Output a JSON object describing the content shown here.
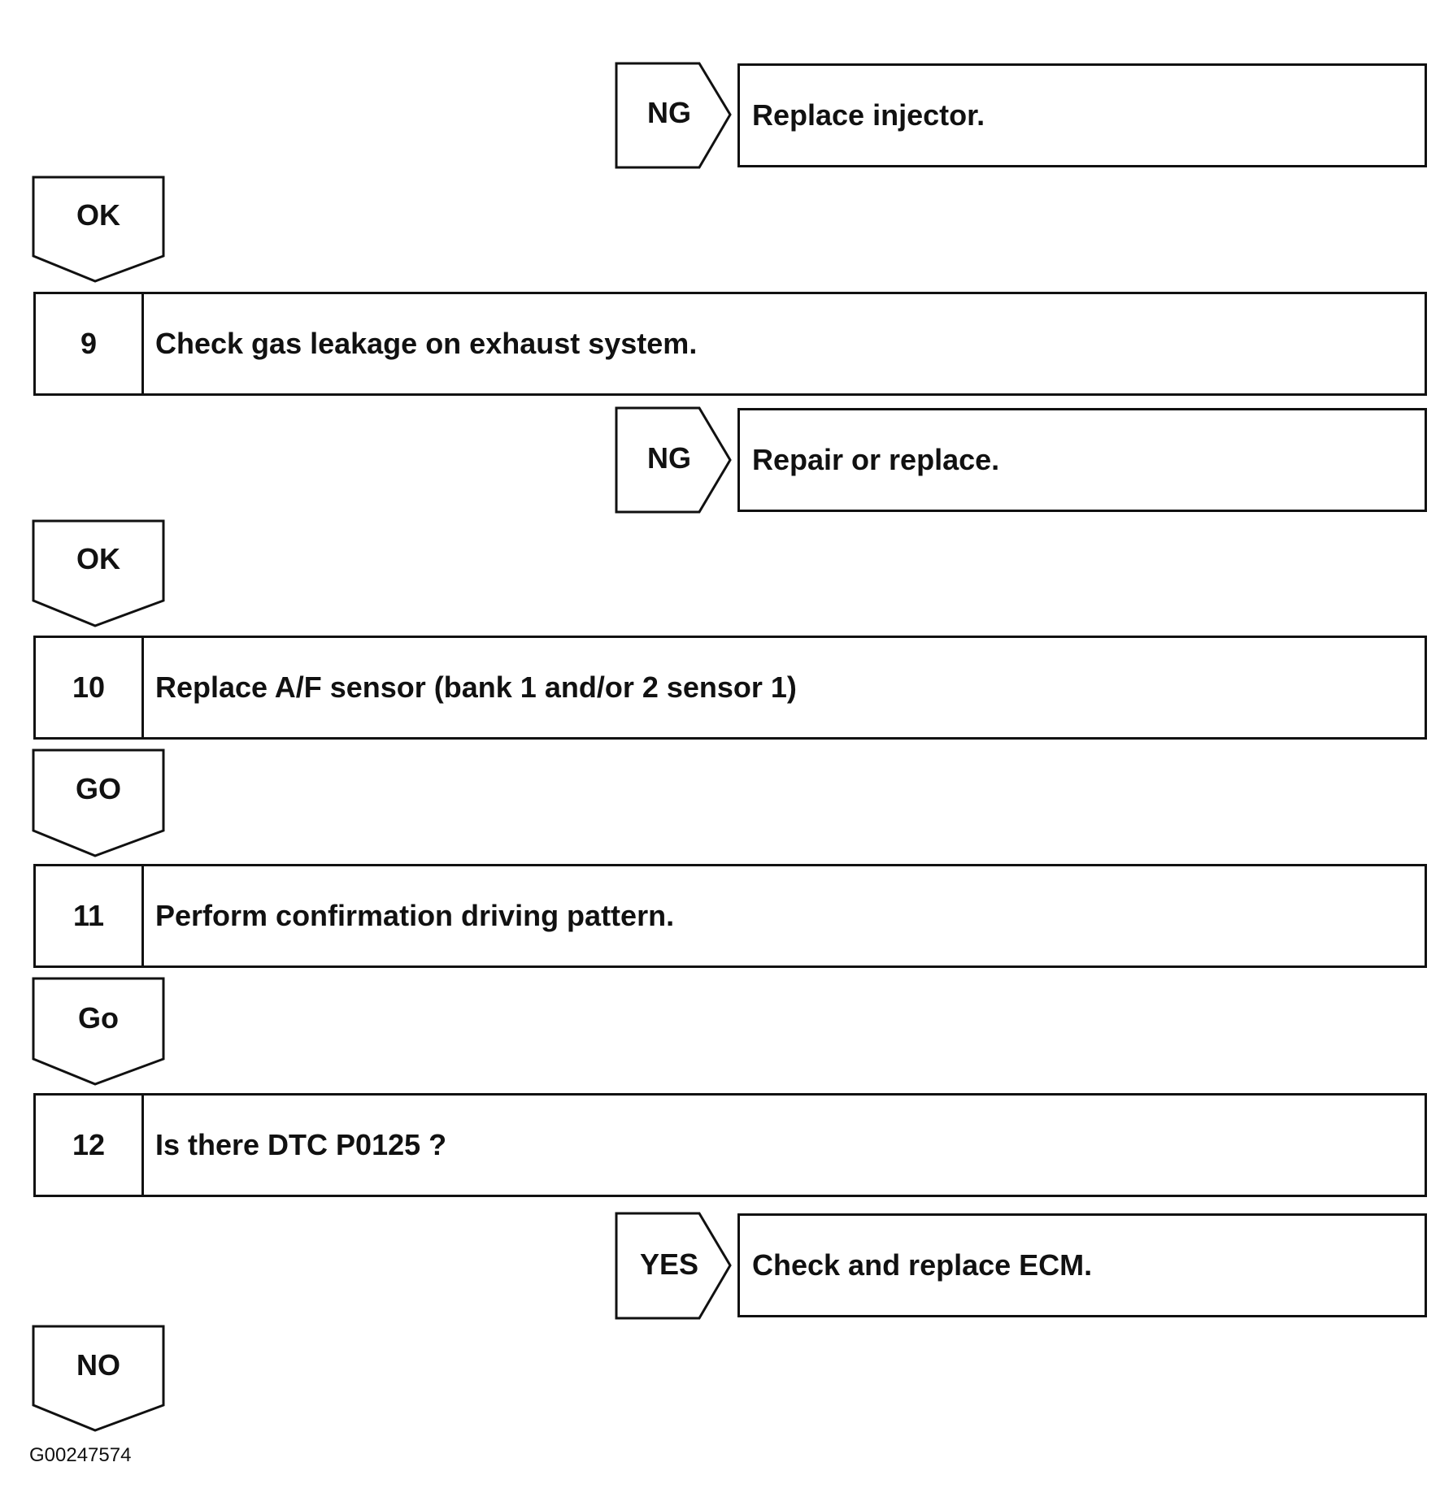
{
  "branches": {
    "ng_1": {
      "label": "NG",
      "result": "Replace injector."
    },
    "ok_1": {
      "label": "OK"
    },
    "ng_2": {
      "label": "NG",
      "result": "Repair or replace."
    },
    "ok_2": {
      "label": "OK"
    },
    "go_1": {
      "label": "GO"
    },
    "go_2": {
      "label": "Go"
    },
    "yes_1": {
      "label": "YES",
      "result": "Check and replace ECM."
    },
    "no_1": {
      "label": "NO"
    }
  },
  "steps": [
    {
      "number": "9",
      "text": "Check gas leakage on exhaust system."
    },
    {
      "number": "10",
      "text": "Replace A/F sensor (bank 1 and/or 2 sensor 1)"
    },
    {
      "number": "11",
      "text": "Perform confirmation driving pattern."
    },
    {
      "number": "12",
      "text": "Is there DTC P0125 ?"
    }
  ],
  "figure_code": "G00247574"
}
